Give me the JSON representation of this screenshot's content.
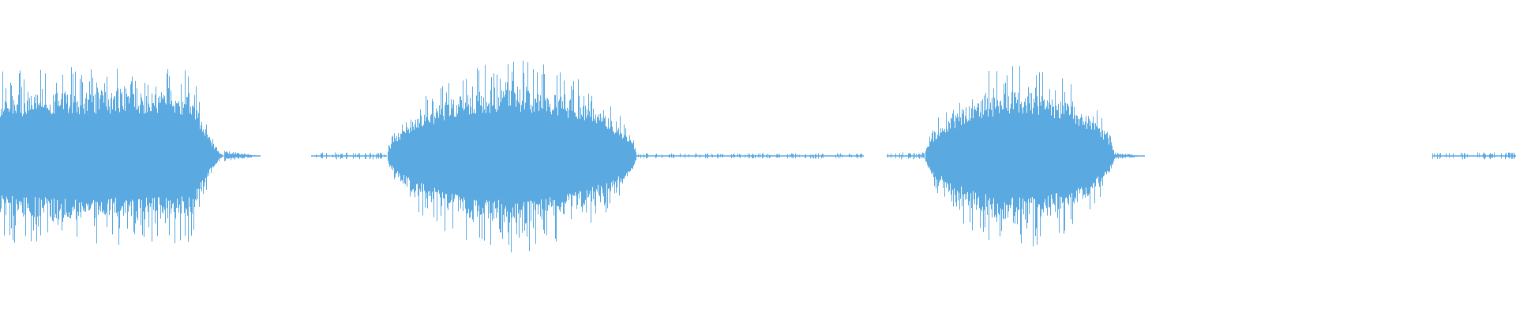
{
  "waveform": {
    "color": "#5aa9e0",
    "background": "#ffffff",
    "segments": [
      {
        "start": 0.0,
        "end": 0.148,
        "peak": 0.78,
        "type": "burst"
      },
      {
        "start": 0.148,
        "end": 0.172,
        "peak": 0.03,
        "type": "tail"
      },
      {
        "start": 0.205,
        "end": 0.255,
        "peak": 0.02,
        "type": "noise"
      },
      {
        "start": 0.255,
        "end": 0.42,
        "peak": 0.82,
        "type": "burst"
      },
      {
        "start": 0.42,
        "end": 0.57,
        "peak": 0.015,
        "type": "noise"
      },
      {
        "start": 0.585,
        "end": 0.61,
        "peak": 0.02,
        "type": "noise"
      },
      {
        "start": 0.61,
        "end": 0.735,
        "peak": 0.78,
        "type": "burst"
      },
      {
        "start": 0.735,
        "end": 0.755,
        "peak": 0.02,
        "type": "tail"
      },
      {
        "start": 0.945,
        "end": 1.0,
        "peak": 0.02,
        "type": "noise"
      }
    ]
  }
}
